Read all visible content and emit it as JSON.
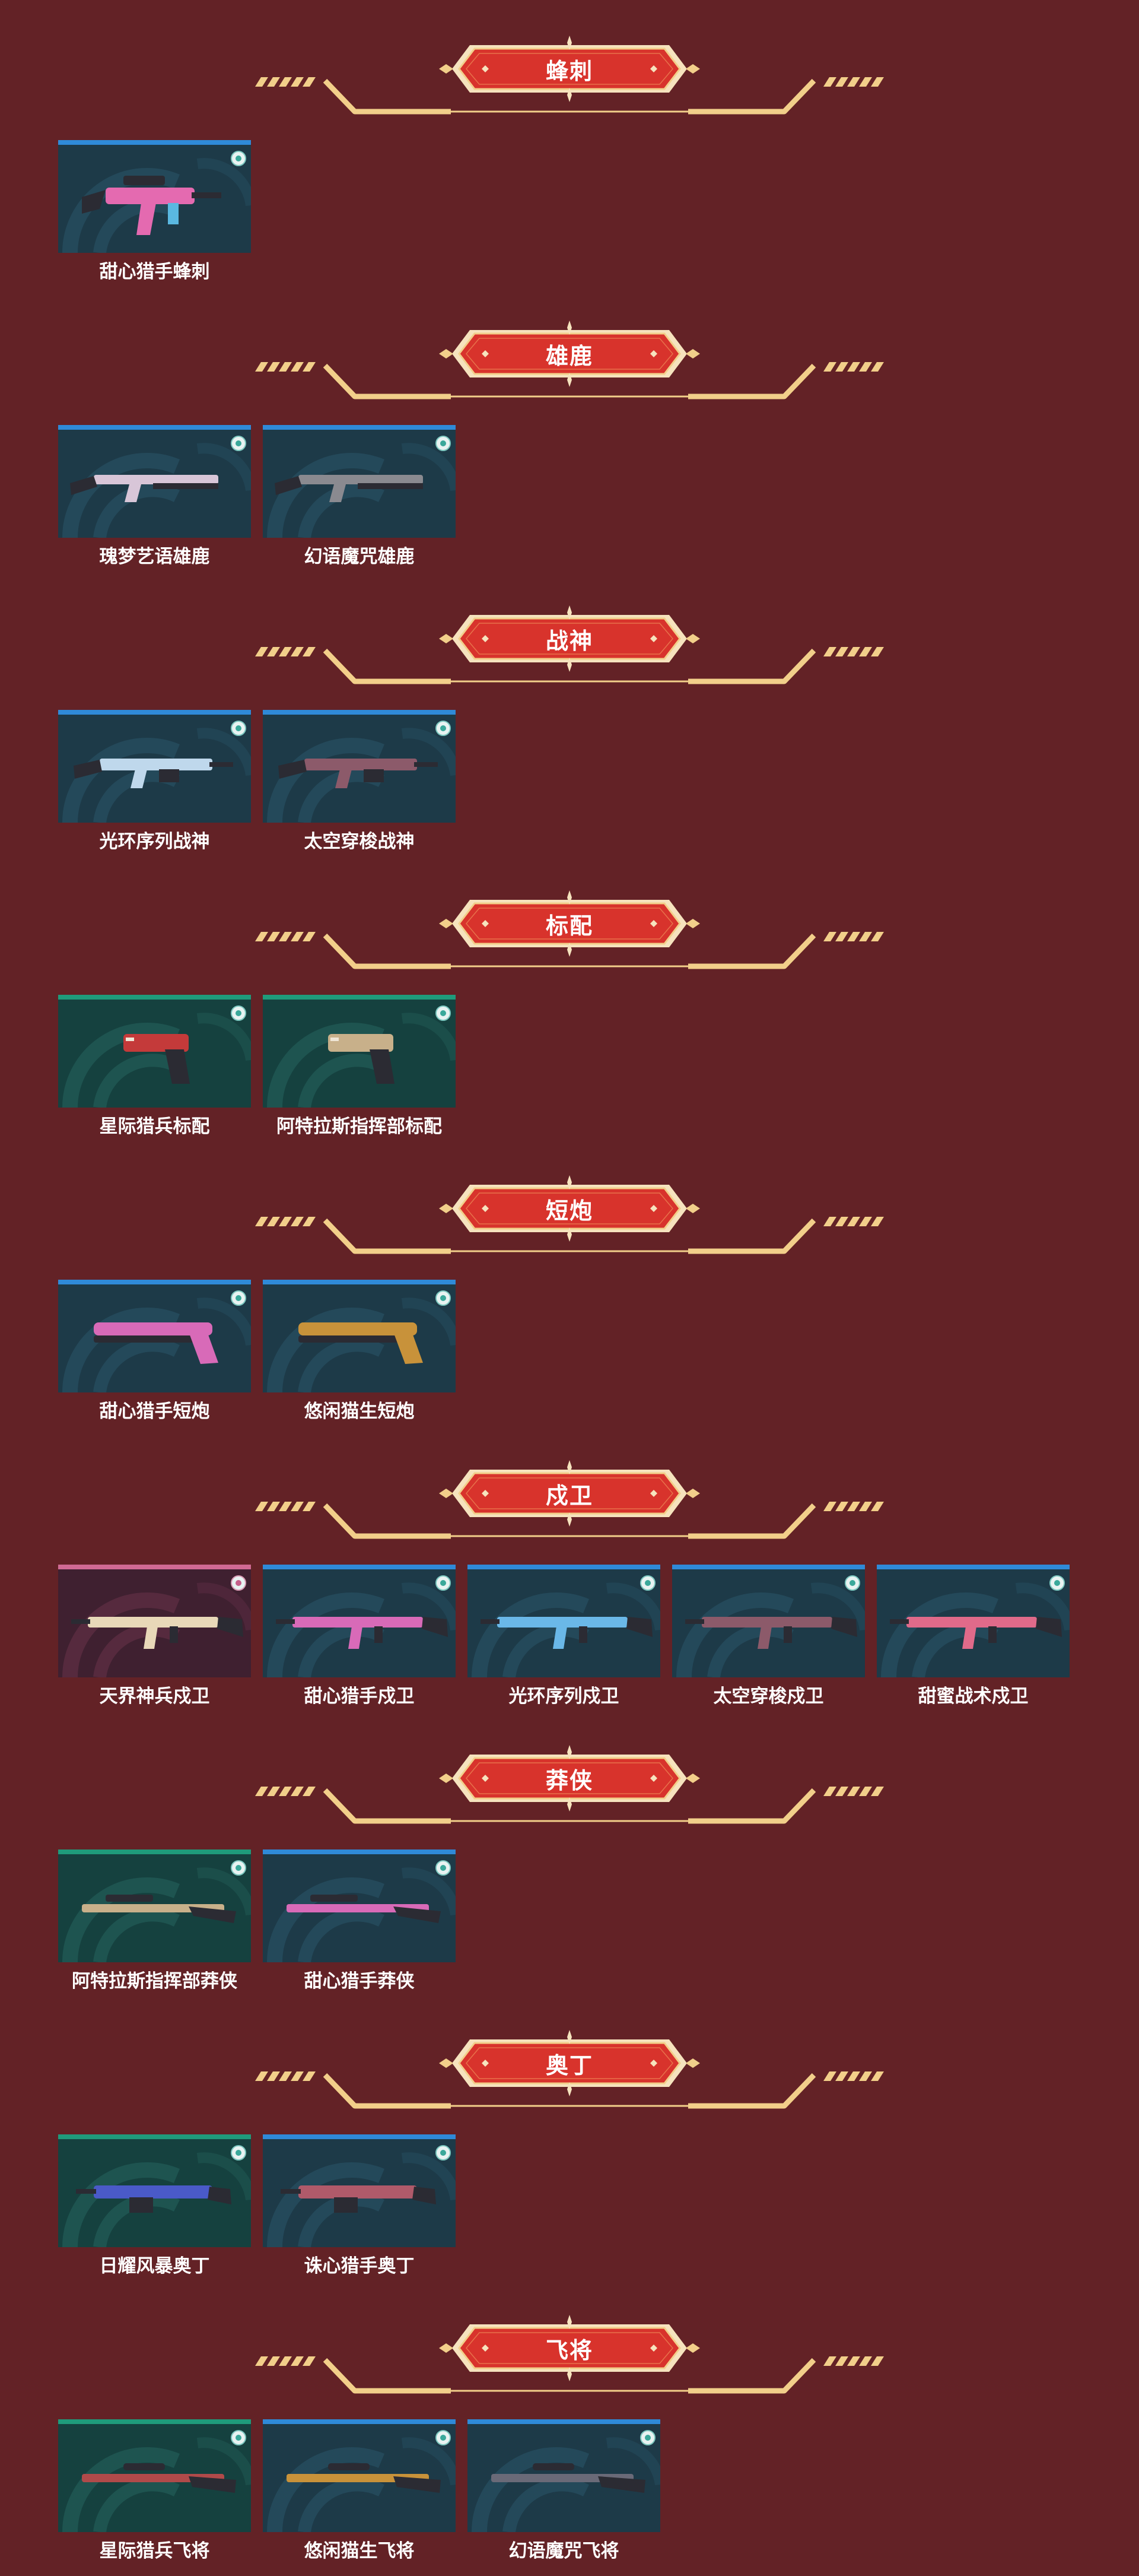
{
  "colors": {
    "background": "#632226",
    "banner_red": "#d8332c",
    "banner_gold": "#f2cf8a",
    "tier_blue": "#2f8ad8",
    "tier_green": "#1f9b7b",
    "tier_pink": "#d06a93"
  },
  "sections": [
    {
      "title": "蜂刺",
      "items": [
        {
          "name": "甜心猎手蜂刺",
          "tier": "blue",
          "gun": "smg",
          "accent": "#e46ab0"
        }
      ]
    },
    {
      "title": "雄鹿",
      "items": [
        {
          "name": "瑰梦艺语雄鹿",
          "tier": "blue",
          "gun": "shotgun",
          "accent": "#d8c6d8"
        },
        {
          "name": "幻语魔咒雄鹿",
          "tier": "blue",
          "gun": "shotgun",
          "accent": "#8a8a90"
        }
      ]
    },
    {
      "title": "战神",
      "items": [
        {
          "name": "光环序列战神",
          "tier": "blue",
          "gun": "lmg",
          "accent": "#bfd8ec"
        },
        {
          "name": "太空穿梭战神",
          "tier": "blue",
          "gun": "lmg",
          "accent": "#8c5a6a"
        }
      ]
    },
    {
      "title": "标配",
      "items": [
        {
          "name": "星际猎兵标配",
          "tier": "green",
          "gun": "pistol",
          "accent": "#c43a3a"
        },
        {
          "name": "阿特拉斯指挥部标配",
          "tier": "green",
          "gun": "pistol",
          "accent": "#c8b08a"
        }
      ]
    },
    {
      "title": "短炮",
      "items": [
        {
          "name": "甜心猎手短炮",
          "tier": "blue",
          "gun": "shorty",
          "accent": "#d86ab8"
        },
        {
          "name": "悠闲猫生短炮",
          "tier": "blue",
          "gun": "shorty",
          "accent": "#c8923a"
        }
      ]
    },
    {
      "title": "戍卫",
      "items": [
        {
          "name": "天界神兵戍卫",
          "tier": "pink",
          "gun": "rifle",
          "accent": "#e8d8b8"
        },
        {
          "name": "甜心猎手戍卫",
          "tier": "blue",
          "gun": "rifle",
          "accent": "#d86ab8"
        },
        {
          "name": "光环序列戍卫",
          "tier": "blue",
          "gun": "rifle",
          "accent": "#6ab8e8"
        },
        {
          "name": "太空穿梭戍卫",
          "tier": "blue",
          "gun": "rifle",
          "accent": "#8c5a6a"
        },
        {
          "name": "甜蜜战术戍卫",
          "tier": "blue",
          "gun": "rifle",
          "accent": "#e06a8a"
        }
      ]
    },
    {
      "title": "莽侠",
      "items": [
        {
          "name": "阿特拉斯指挥部莽侠",
          "tier": "green",
          "gun": "marshal",
          "accent": "#c8b08a"
        },
        {
          "name": "甜心猎手莽侠",
          "tier": "blue",
          "gun": "marshal",
          "accent": "#d86ab8"
        }
      ]
    },
    {
      "title": "奥丁",
      "items": [
        {
          "name": "日耀风暴奥丁",
          "tier": "green",
          "gun": "odin",
          "accent": "#4a5ac8"
        },
        {
          "name": "诛心猎手奥丁",
          "tier": "blue",
          "gun": "odin",
          "accent": "#b05a6a"
        }
      ]
    },
    {
      "title": "飞将",
      "items": [
        {
          "name": "星际猎兵飞将",
          "tier": "green",
          "gun": "sniper",
          "accent": "#b04a4a"
        },
        {
          "name": "悠闲猫生飞将",
          "tier": "blue",
          "gun": "sniper",
          "accent": "#c8923a"
        },
        {
          "name": "幻语魔咒飞将",
          "tier": "blue",
          "gun": "sniper",
          "accent": "#6a6a78"
        }
      ]
    }
  ]
}
